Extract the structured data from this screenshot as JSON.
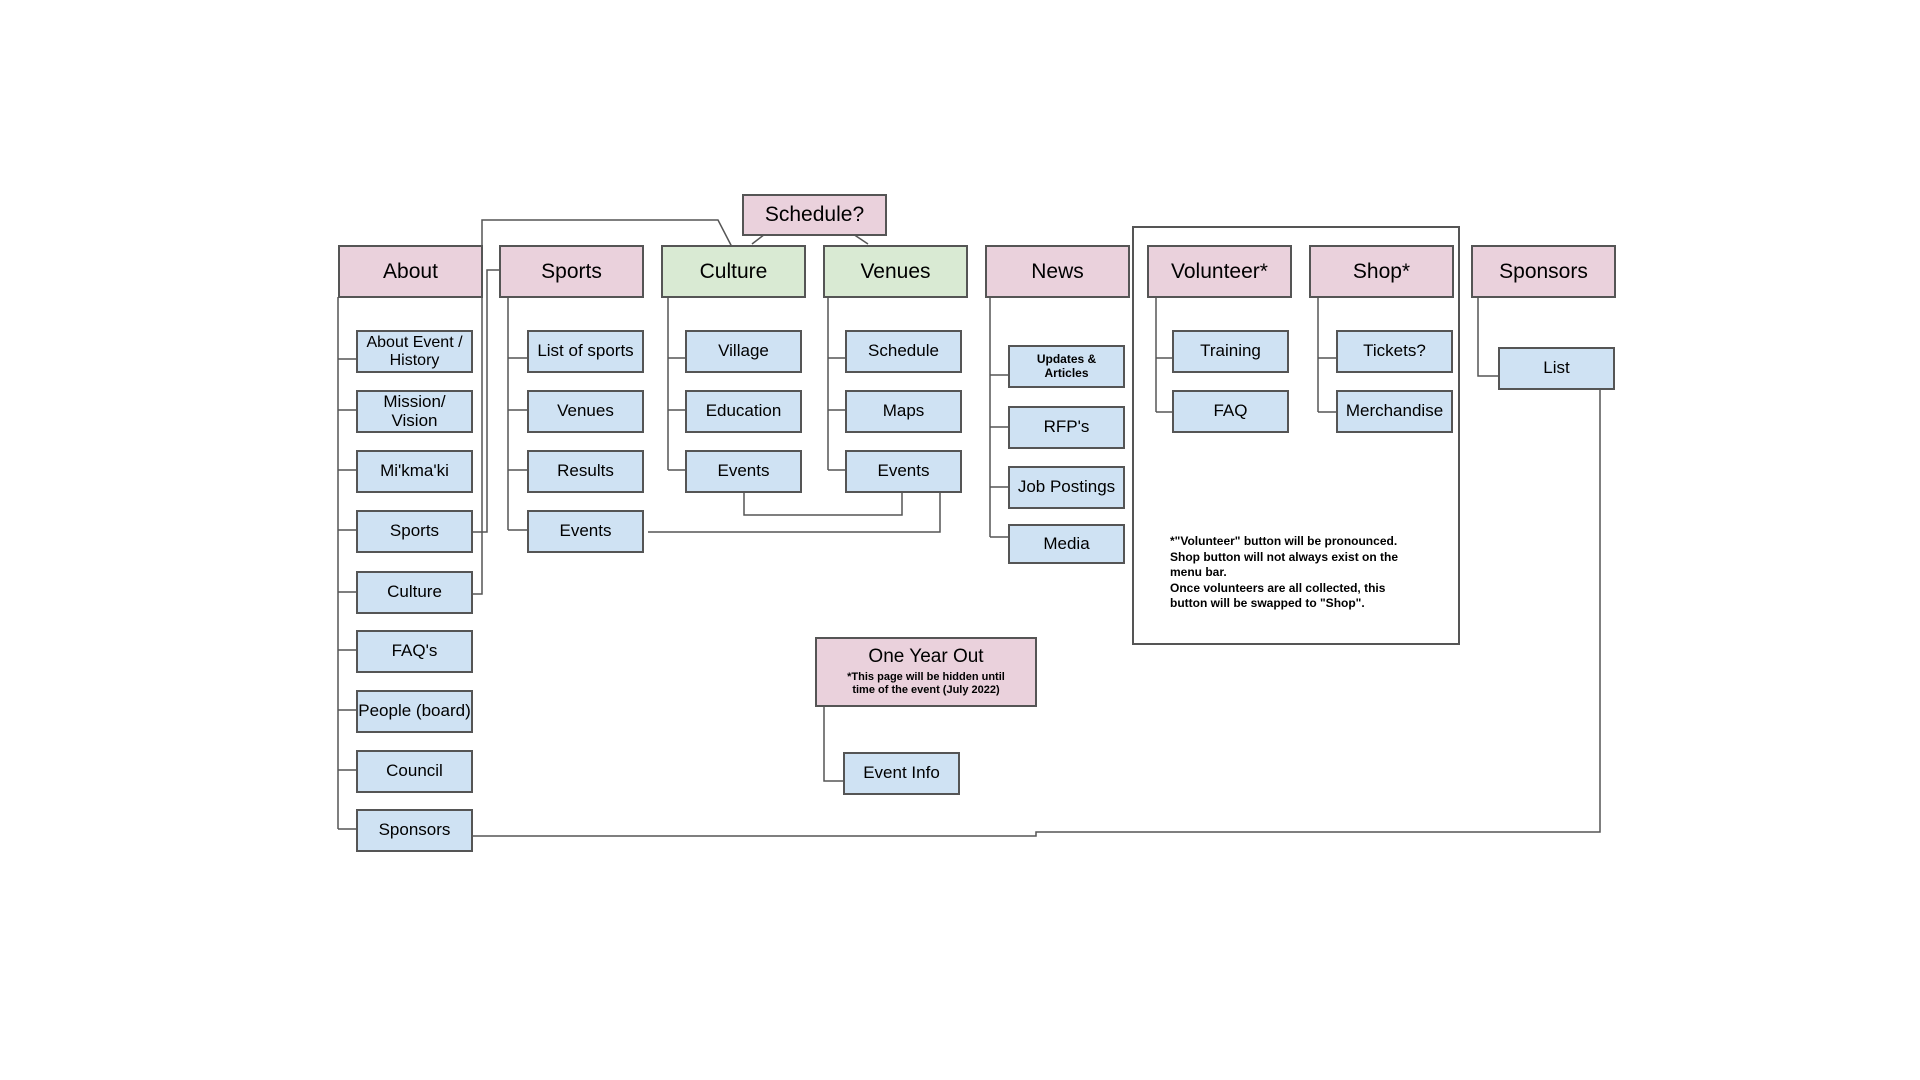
{
  "colors": {
    "main_nav": "#ead1dc",
    "highlight_nav": "#d9ead3",
    "subpage": "#cfe2f3",
    "line": "#555555"
  },
  "top": {
    "schedule": "Schedule?"
  },
  "main": {
    "about": "About",
    "sports": "Sports",
    "culture": "Culture",
    "venues": "Venues",
    "news": "News",
    "volunteer": "Volunteer*",
    "shop": "Shop*",
    "sponsors": "Sponsors"
  },
  "about_items": [
    "About Event /\nHistory",
    "Mission/ Vision",
    "Mi'kma'ki",
    "Sports",
    "Culture",
    "FAQ's",
    "People (board)",
    "Council",
    "Sponsors"
  ],
  "sports_items": [
    "List of sports",
    "Venues",
    "Results",
    "Events"
  ],
  "culture_items": [
    "Village",
    "Education",
    "Events"
  ],
  "venues_items": [
    "Schedule",
    "Maps",
    "Events"
  ],
  "news_items": [
    "Updates &\nArticles",
    "RFP's",
    "Job Postings",
    "Media"
  ],
  "volunteer_items": [
    "Training",
    "FAQ"
  ],
  "shop_items": [
    "Tickets?",
    "Merchandise"
  ],
  "sponsors_items": [
    "List"
  ],
  "one_year_out": {
    "title": "One Year Out",
    "note": "*This page will be hidden until\ntime of the event (July 2022)",
    "items": [
      "Event Info"
    ]
  },
  "note": "*\"Volunteer\" button will be pronounced.\nShop button will not always exist on the\nmenu bar.\nOnce volunteers are all collected, this\nbutton will be swapped to \"Shop\"."
}
